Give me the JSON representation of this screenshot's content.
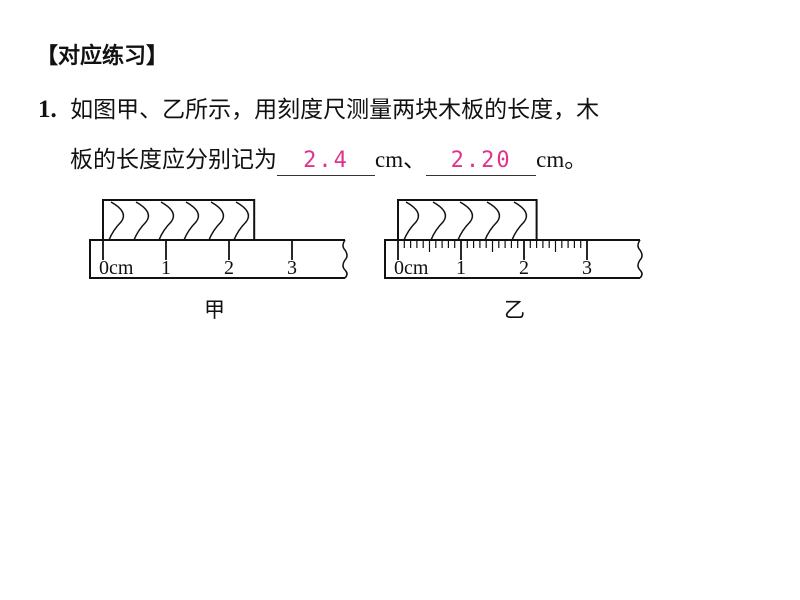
{
  "heading": "【对应练习】",
  "question": {
    "number": "1.",
    "line1": "如图甲、乙所示，用刻度尺测量两块木板的长度，木",
    "line2_prefix": "板的长度应分别记为",
    "answer1": "2.4",
    "unit1": "cm、",
    "answer2": "2.20",
    "unit2": "cm。"
  },
  "figures": [
    {
      "caption": "甲",
      "tick_labels": [
        "0cm",
        "1",
        "2",
        "3"
      ],
      "division_cm": 1,
      "board_length_cm": 2.4
    },
    {
      "caption": "乙",
      "tick_labels": [
        "0cm",
        "1",
        "2",
        "3"
      ],
      "division_cm": 0.1,
      "board_length_cm": 2.2
    }
  ],
  "colors": {
    "answer": "#e0348c"
  }
}
